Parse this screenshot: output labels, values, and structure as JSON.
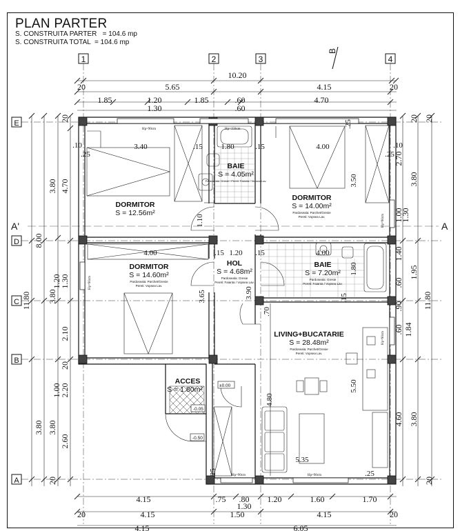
{
  "header": {
    "title": "PLAN PARTER",
    "line1": "S. CONSTRUITA PARTER   = 104.6 mp",
    "line2": "S. CONSTRUITA TOTAL  = 104.6 mp"
  },
  "axes": {
    "cols": [
      "1",
      "2",
      "3",
      "4"
    ],
    "rows": [
      "E",
      "D",
      "C",
      "B",
      "A"
    ],
    "section_top": "B",
    "section_left": "A'",
    "section_right": "A"
  },
  "dims": {
    "top_total": "10.20",
    "top_edge_l": "20",
    "top_edge_r": "20",
    "top_a": "5.65",
    "top_b": "4.15",
    "top_c1": "1.85",
    "top_c2": "1.20",
    "top_c3": "1.85",
    "top_c4": ".60",
    "top_c5": "4.70",
    "top_d1": "1.30",
    "top_d2": ".60",
    "left_total": "11.80",
    "left_e": "8.00",
    "left_f1": "4.70",
    "left_f2": "3.80",
    "left_f3": "3.80",
    "left_g1": "3.80",
    "left_g2": "1.30",
    "left_g3": "2.10",
    "left_g4": "2.20",
    "left_g5": "2.60",
    "left_g6": "1.20",
    "left_g7": "1.00",
    "left_g8": "20",
    "left_g9": "20",
    "left_g10": "20",
    "right_total": "11.80",
    "right_a": "3.80",
    "right_b": "1.95",
    "right_c": "3.80",
    "right_d": "4.60",
    "right_e": "2.70",
    "right_f": "1.30",
    "right_g": "1.00",
    "right_h": "1.40",
    "right_i": ".60",
    "right_j": ".90",
    "right_k": "1.84",
    "right_l": ".60",
    "right_m": "20",
    "right_n": "20",
    "right_o": "20",
    "bot_a": "4.15",
    "bot_b": ".75",
    "bot_c": ".80",
    "bot_d": "1.20",
    "bot_e": "1.60",
    "bot_f": "1.70",
    "bot_g": "1.30",
    "bot_h": "20",
    "bot_i": "4.15",
    "bot_j": "1.50",
    "bot_k": "4.15",
    "bot_l": "20",
    "bot_m": "4.15",
    "bot_n": "6.05"
  },
  "inner": {
    "d1": "3.40",
    "d2": "1.80",
    "d3": ".15",
    "d4": ".15",
    "d5": "4.00",
    "d6": ".10",
    "d7": ".25",
    "d8": ".25",
    "d9": ".10",
    "d10": "3.50",
    "d11": "1.10",
    "d12": "4.00",
    "d13": "1.20",
    "d14": ".15",
    "d15": ".15",
    "d16": "4.00",
    "d17": "1.80",
    "d18": "3.90",
    "d19": "3.65",
    "d20": ".70",
    "d21": ".15",
    "d22": "4.80",
    "d23": "5.50",
    "d24": "5.35",
    "d25": ".25",
    "d26": ".25",
    "d27": ".25"
  },
  "rooms": [
    {
      "name": "DORMITOR",
      "area": "S = 12.56m²",
      "f1": "",
      "f2": ""
    },
    {
      "name": "BAIE",
      "area": "S = 4.05m²",
      "f1": "Pardoseala: Gresie / Pereti: Faianta / Vopsea Lav.",
      "f2": ""
    },
    {
      "name": "DORMITOR",
      "area": "S = 14.00m²",
      "f1": "Pardoseala: Parchet/Gresie",
      "f2": "Pereti: Vopsea Lav."
    },
    {
      "name": "DORMITOR",
      "area": "S = 14.60m²",
      "f1": "Pardoseala: Parchet/Gresie",
      "f2": "Pereti: Vopsea Lav."
    },
    {
      "name": "HOL",
      "area": "S = 4.68m²",
      "f1": "Pardoseala: Gresie",
      "f2": "Pereti: Faianta / Vopsea Lav."
    },
    {
      "name": "BAIE",
      "area": "S = 7.20m²",
      "f1": "Pardoseala: Gresie",
      "f2": "Pereti: Faianta / Vopsea Lav."
    },
    {
      "name": "LIVING+BUCATARIE",
      "area": "S = 28.48m²",
      "f1": "Pardoseala: Parchet/Gresie",
      "f2": "Pereti: Vopsea Lav."
    },
    {
      "name": "ACCES",
      "area": "S = 1.80m²",
      "f1": "",
      "f2": ""
    }
  ],
  "windows": {
    "w1": "Hp=90cm",
    "w2": "Hp=150cm",
    "w3": "Hp=90cm",
    "w4": "Hp=90cm",
    "w5": "Hp=90cm",
    "w6": "Hp=90cm",
    "w7": "Hp=90cm"
  },
  "levels": {
    "l1": "±0.00",
    "l2": "-0.05",
    "l3": "-0.50"
  }
}
